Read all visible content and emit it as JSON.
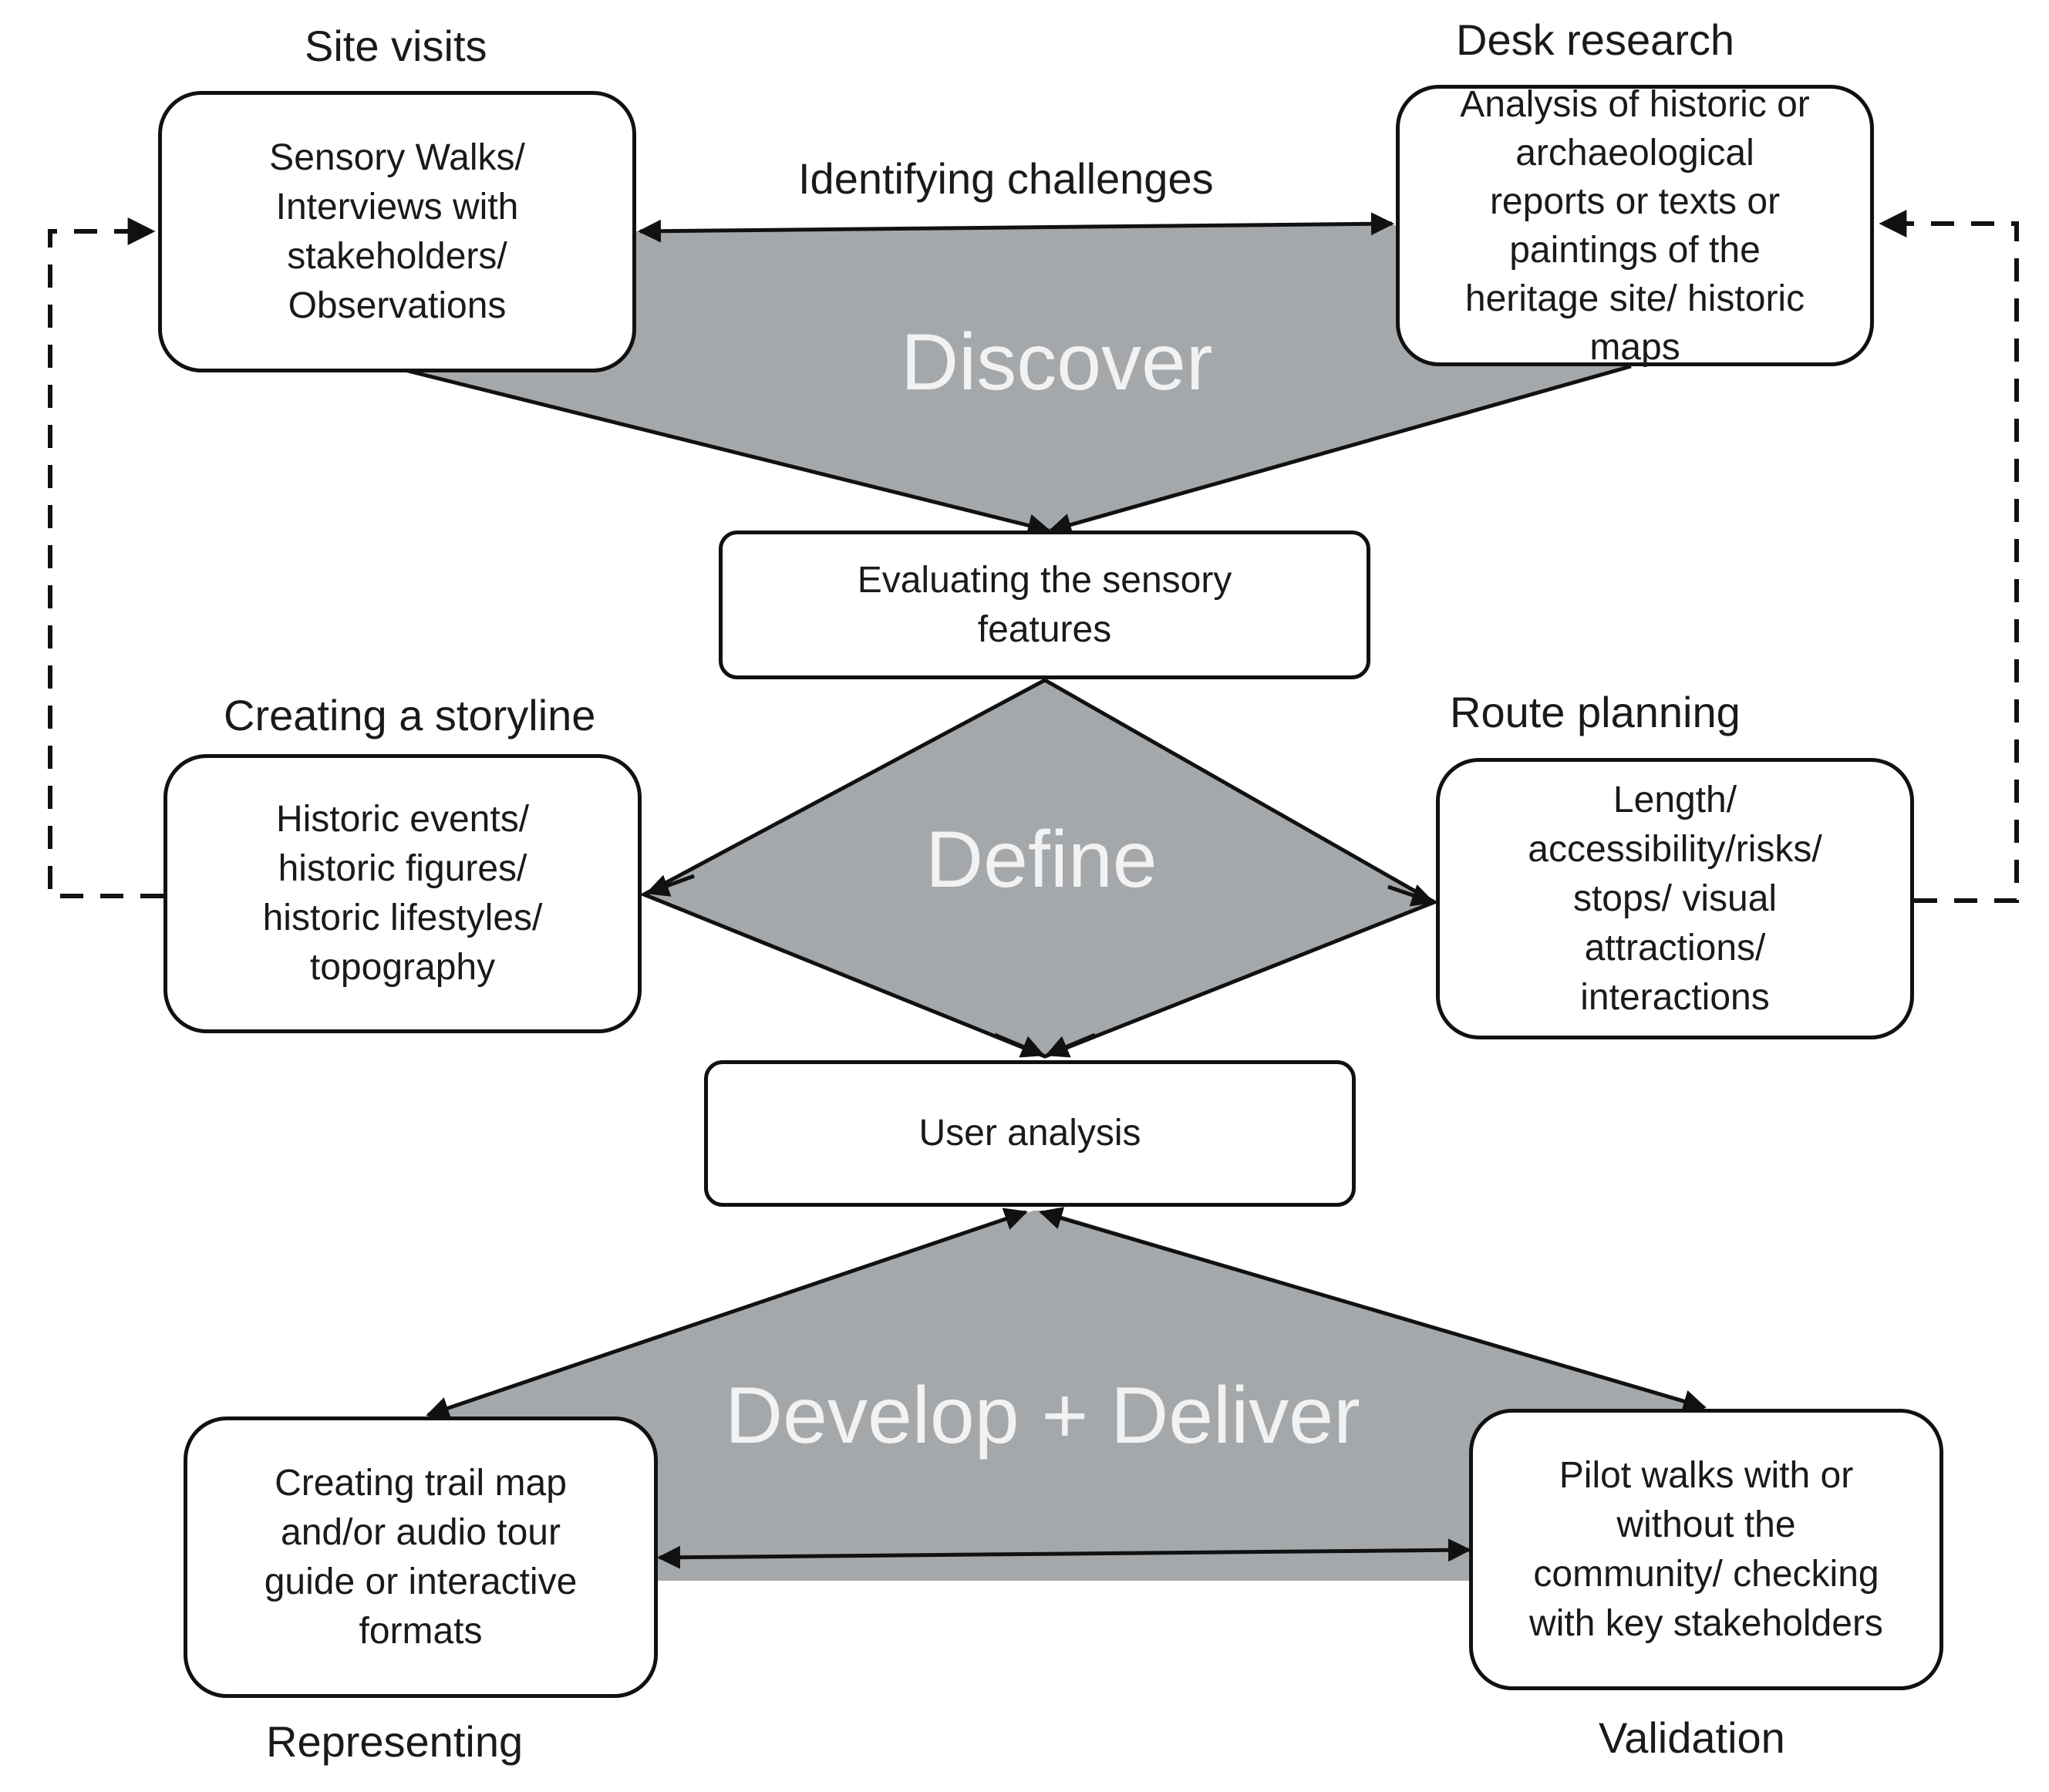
{
  "labels": {
    "site_visits": "Site visits",
    "desk_research": "Desk research",
    "identifying_challenges": "Identifying challenges",
    "creating_storyline": "Creating a storyline",
    "route_planning": "Route planning",
    "representing": "Representing",
    "validation": "Validation"
  },
  "phases": {
    "discover": "Discover",
    "define": "Define",
    "develop_deliver": "Develop + Deliver"
  },
  "boxes": {
    "site_visits": "Sensory Walks/\nInterviews with\nstakeholders/\nObservations",
    "desk_research": "Analysis of historic or\narchaeological\nreports or texts or\npaintings of the\nheritage site/ historic\nmaps",
    "evaluating": "Evaluating the sensory\nfeatures",
    "storyline": "Historic events/\nhistoric figures/\nhistoric lifestyles/\ntopography",
    "route_planning": "Length/\naccessibility/risks/\nstops/ visual\nattractions/\ninteractions",
    "user_analysis": "User analysis",
    "representing": "Creating trail map\nand/or audio tour\nguide or interactive\nformats",
    "validation": "Pilot walks with or\nwithout the\ncommunity/ checking\nwith key stakeholders"
  },
  "colors": {
    "phase_fill": "#a5a8ab",
    "stroke": "#111111",
    "phase_text": "#f2f2f2"
  }
}
